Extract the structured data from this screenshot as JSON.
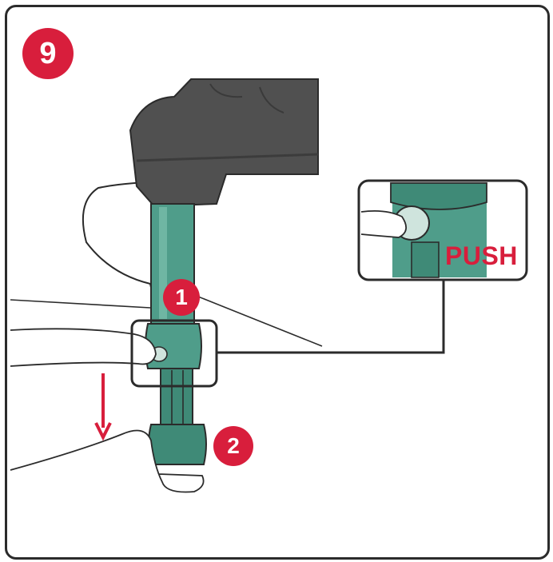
{
  "step": {
    "number": "9"
  },
  "callouts": {
    "badge_1": "1",
    "badge_2": "2",
    "push_label": "PUSH"
  },
  "colors": {
    "accent_red": "#d81e3c",
    "leg_green": "#4f9d8a",
    "leg_green_dark": "#2f6b5c",
    "base_gray": "#505050",
    "outline": "#2b2b2b"
  },
  "icons": {
    "direction": "arrow-down-icon",
    "hand": "hand-icon"
  }
}
